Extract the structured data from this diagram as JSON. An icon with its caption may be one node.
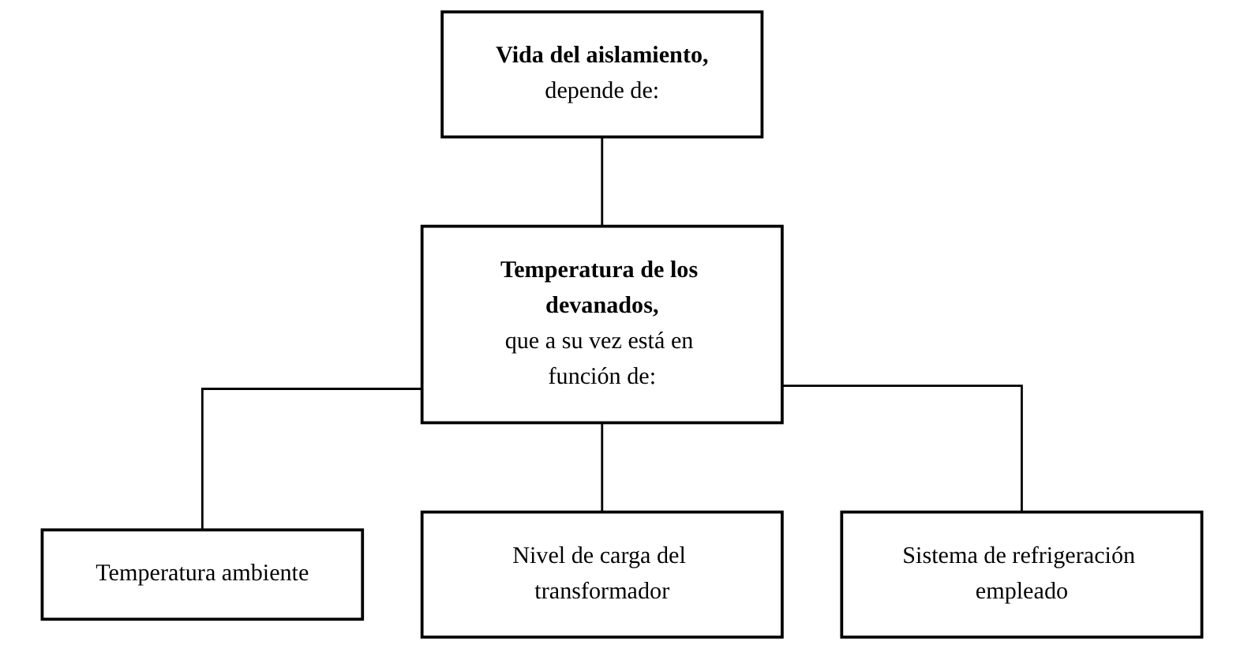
{
  "diagram": {
    "nodes": [
      {
        "text": [
          "Vida del aislamiento,",
          "depende de:"
        ]
      },
      {
        "text": [
          "Temperatura de los devanados,",
          "que a su vez está en función de:"
        ]
      },
      {
        "text": [
          "Temperatura ambiente"
        ]
      },
      {
        "text": [
          "Nivel de carga del transformador"
        ]
      },
      {
        "text": [
          "Sistema de refrigeración empleado"
        ]
      }
    ],
    "edges": [
      {
        "from": 0,
        "to": 1,
        "arrow": "none"
      },
      {
        "from": 1,
        "to": 2,
        "arrow": "none"
      },
      {
        "from": 1,
        "to": 3,
        "arrow": "none"
      },
      {
        "from": 1,
        "to": 4,
        "arrow": "none"
      }
    ]
  }
}
